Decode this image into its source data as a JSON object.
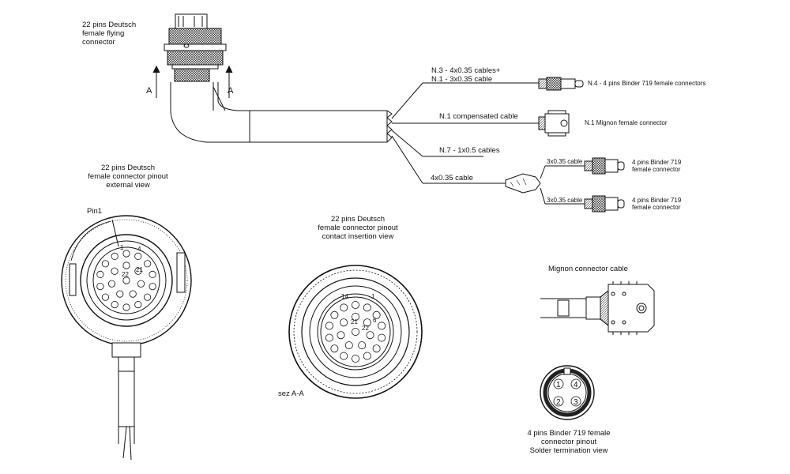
{
  "flying_connector": {
    "label_lines": [
      "22 pins Deutsch",
      "female flying",
      "connector"
    ],
    "section_mark": "A"
  },
  "cables": {
    "n3_cables": "N.3 - 4x0.35 cables+",
    "n1_cables": "N.1 - 3x0.35 cable",
    "compensated": "N.1 compensated cable",
    "n7_cables": "N.7 - 1x0.5 cables",
    "single_4x035": "4x0.35 cable",
    "branch_upper": "3x0.35 cable",
    "branch_lower": "3x0.35 cable"
  },
  "end_connectors": {
    "binder_4": "N.4 - 4 pins Binder 719 female connectors",
    "mignon": "N.1 Mignon female connector",
    "binder_a": [
      "4 pins Binder 719",
      "female connector"
    ],
    "binder_b": [
      "4 pins Binder 719",
      "female connector"
    ]
  },
  "external_view": {
    "label_lines": [
      "22 pins Deutsch",
      "female connector pinout",
      "external view"
    ],
    "pin1_label": "Pin1",
    "pin_numbers": [
      "1",
      "4",
      "21",
      "22"
    ]
  },
  "insertion_view": {
    "label_lines": [
      "22 pins Deutsch",
      "female connector pinout",
      "contact insertion view"
    ],
    "section_label": "sez A-A",
    "pin_numbers": [
      "14",
      "1",
      "21",
      "22",
      "6"
    ]
  },
  "mignon_cable": {
    "title": "Mignon connector cable"
  },
  "binder_pinout": {
    "label_lines": [
      "4 pins Binder 719 female",
      "connector pinout",
      "Solder termination view"
    ],
    "pins": [
      "1",
      "4",
      "2",
      "3"
    ]
  }
}
